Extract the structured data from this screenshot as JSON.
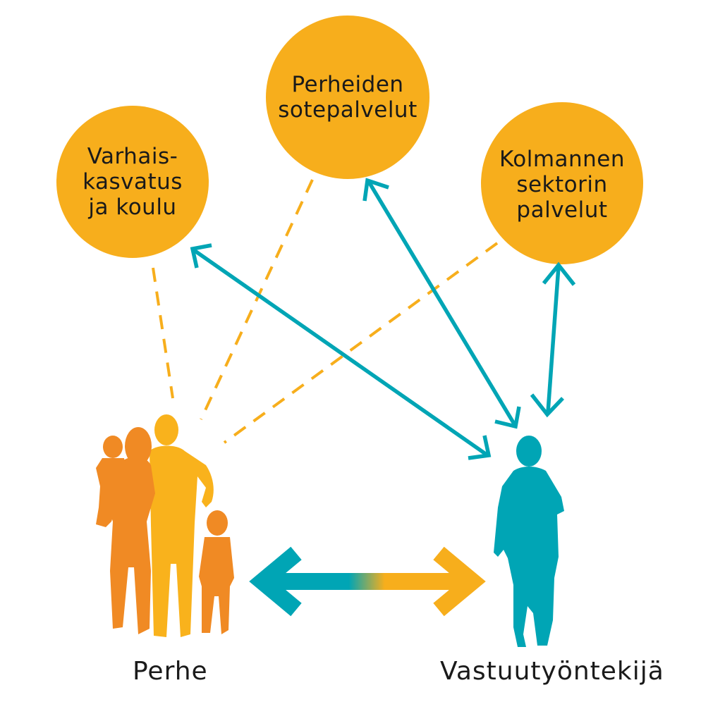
{
  "colors": {
    "circle": "#F7AE1C",
    "connector": "#00A5B5",
    "dashed": "#F7AE1C",
    "family_adult_woman": "#F08A24",
    "family_adult_man": "#F9B21C",
    "family_children": "#F08A24",
    "worker": "#00A5B5"
  },
  "circles": {
    "early": {
      "lines": [
        "Varhais-",
        "kasvatus",
        "ja koulu"
      ]
    },
    "social": {
      "lines": [
        "Perheiden",
        "sotepalvelut"
      ]
    },
    "third": {
      "lines": [
        "Kolmannen",
        "sektorin",
        "palvelut"
      ]
    }
  },
  "labels": {
    "family": "Perhe",
    "worker": "Vastuutyöntekijä"
  }
}
